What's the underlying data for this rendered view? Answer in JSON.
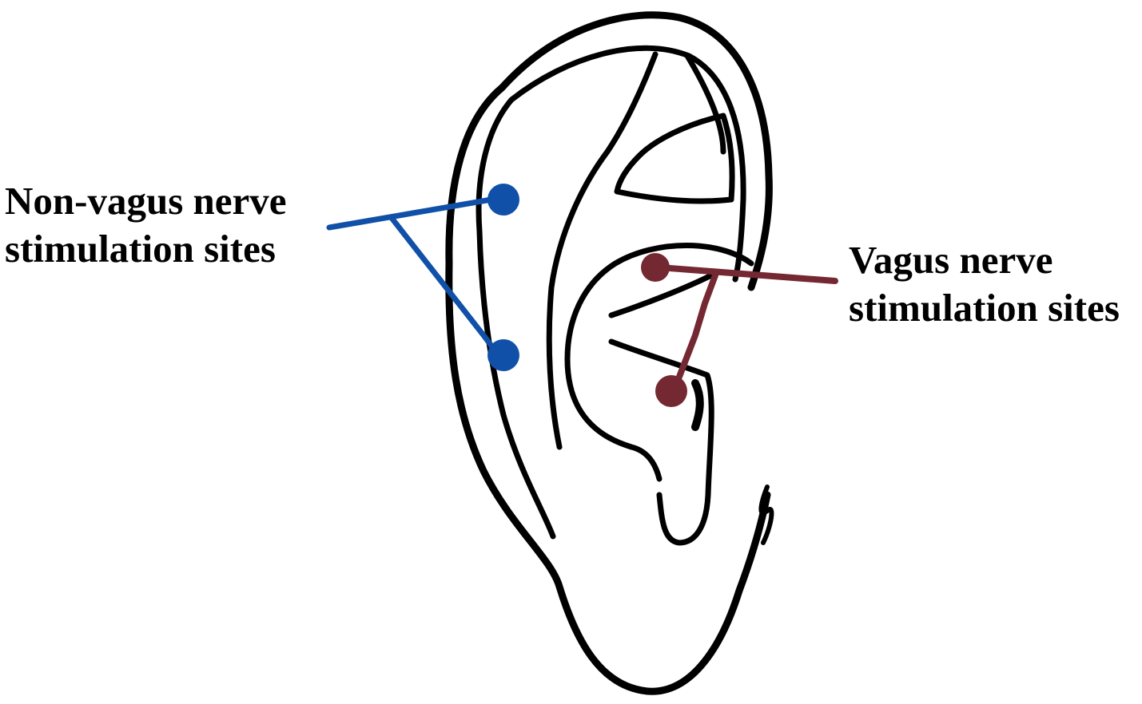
{
  "labels": {
    "non_vagus": {
      "line1": "Non-vagus nerve",
      "line2": "stimulation sites"
    },
    "vagus": {
      "line1": "Vagus nerve",
      "line2": "stimulation sites"
    }
  },
  "colors": {
    "outline": "#000000",
    "non_vagus_marker": "#1150a8",
    "vagus_marker": "#742832",
    "background": "#ffffff"
  },
  "legend": {
    "non_vagus_site_count": 2,
    "vagus_site_count": 2
  }
}
